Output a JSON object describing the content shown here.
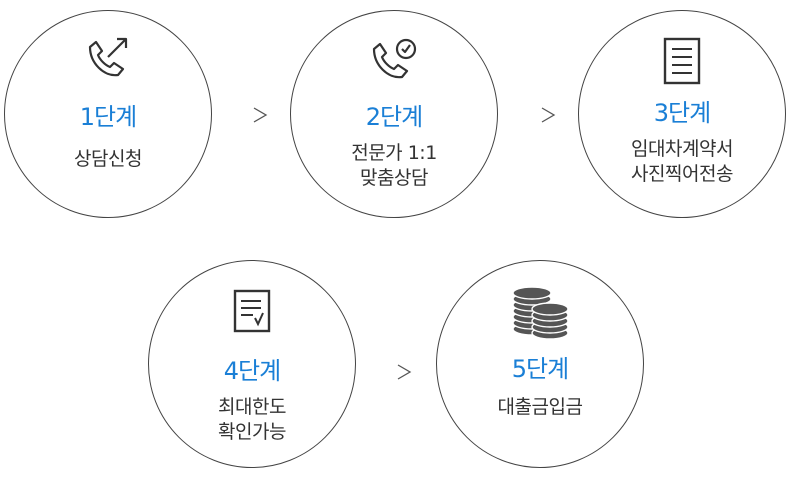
{
  "accent_color": "#1a7fd6",
  "steps": [
    {
      "label": "1단계",
      "desc": "상담신청",
      "icon": "phone-outgoing-icon"
    },
    {
      "label": "2단계",
      "desc": "전문가 1:1\n맞춤상담",
      "icon": "phone-check-icon"
    },
    {
      "label": "3단계",
      "desc": "임대차계약서\n사진찍어전송",
      "icon": "document-icon"
    },
    {
      "label": "4단계",
      "desc": "최대한도\n확인가능",
      "icon": "checklist-icon"
    },
    {
      "label": "5단계",
      "desc": "대출금입금",
      "icon": "coins-icon"
    }
  ]
}
